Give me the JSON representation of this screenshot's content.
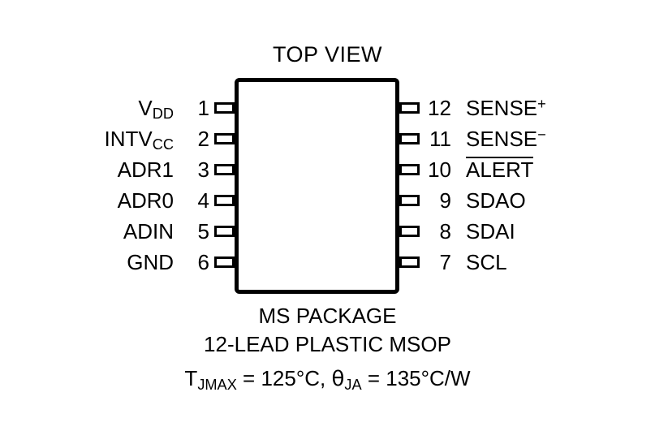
{
  "diagram": {
    "title": "TOP VIEW",
    "package_outline": {
      "shape": "rounded-rectangle",
      "border_color": "#000000"
    },
    "left_pins": [
      {
        "number": "1",
        "name": "V",
        "sub": "DD",
        "sup": "",
        "overline": false
      },
      {
        "number": "2",
        "name": "INTV",
        "sub": "CC",
        "sup": "",
        "overline": false
      },
      {
        "number": "3",
        "name": "ADR1",
        "sub": "",
        "sup": "",
        "overline": false
      },
      {
        "number": "4",
        "name": "ADR0",
        "sub": "",
        "sup": "",
        "overline": false
      },
      {
        "number": "5",
        "name": "ADIN",
        "sub": "",
        "sup": "",
        "overline": false
      },
      {
        "number": "6",
        "name": "GND",
        "sub": "",
        "sup": "",
        "overline": false
      }
    ],
    "right_pins": [
      {
        "number": "12",
        "name": "SENSE",
        "sub": "",
        "sup": "+",
        "overline": false
      },
      {
        "number": "11",
        "name": "SENSE",
        "sub": "",
        "sup": "−",
        "overline": false
      },
      {
        "number": "10",
        "name": "ALERT",
        "sub": "",
        "sup": "",
        "overline": true
      },
      {
        "number": "9",
        "name": "SDAO",
        "sub": "",
        "sup": "",
        "overline": false
      },
      {
        "number": "8",
        "name": "SDAI",
        "sub": "",
        "sup": "",
        "overline": false
      },
      {
        "number": "7",
        "name": "SCL",
        "sub": "",
        "sup": "",
        "overline": false
      }
    ],
    "caption": {
      "line1": "MS PACKAGE",
      "line2": "12-LEAD PLASTIC MSOP",
      "line3_tjmax_symbol": "T",
      "line3_tjmax_sub": "JMAX",
      "line3_tjmax_value": " = 125°C, ",
      "line3_theta_symbol": "θ",
      "line3_theta_sub": "JA",
      "line3_theta_value": " = 135°C/W"
    }
  }
}
